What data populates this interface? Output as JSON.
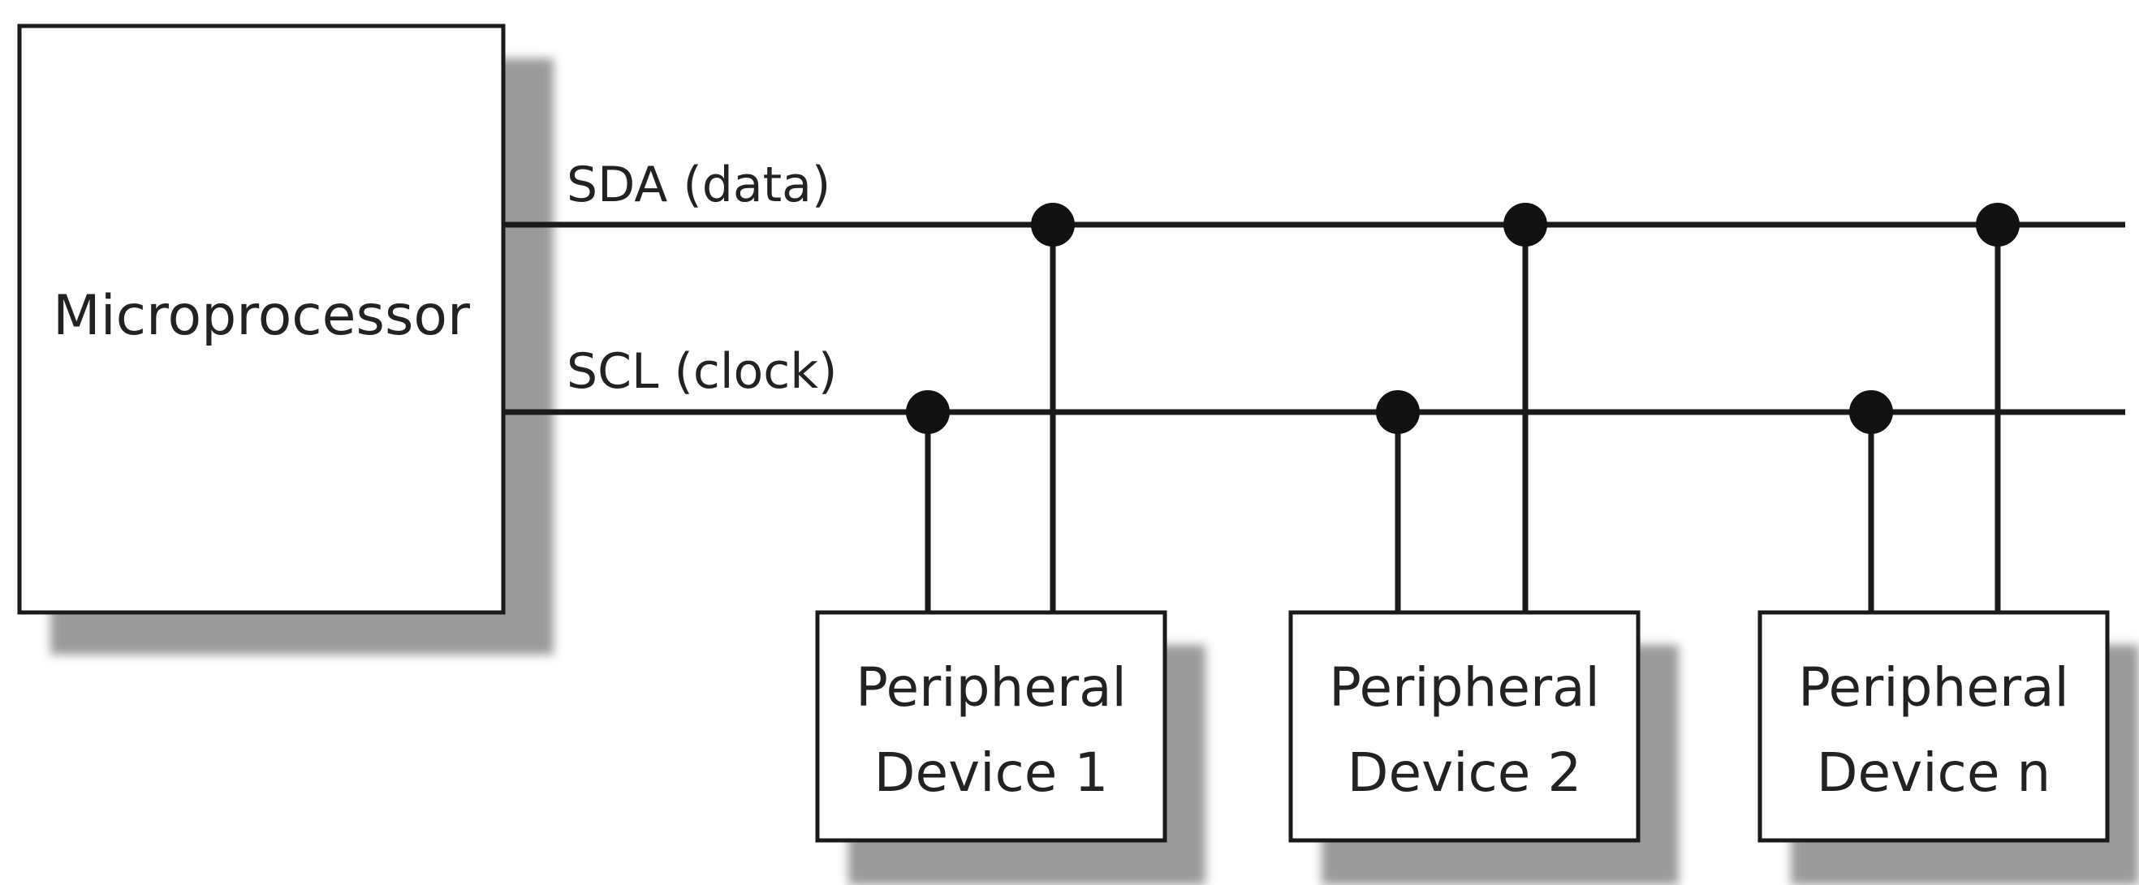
{
  "microprocessor": {
    "label": "Microprocessor"
  },
  "buses": {
    "sda": {
      "label": "SDA (data)"
    },
    "scl": {
      "label": "SCL (clock)"
    }
  },
  "devices": [
    {
      "line1": "Peripheral",
      "line2": "Device 1"
    },
    {
      "line1": "Peripheral",
      "line2": "Device 2"
    },
    {
      "line1": "Peripheral",
      "line2": "Device n"
    }
  ],
  "colors": {
    "line": "#1a1a1a",
    "shadow": "#9a9a9a",
    "background": "#ffffff"
  }
}
